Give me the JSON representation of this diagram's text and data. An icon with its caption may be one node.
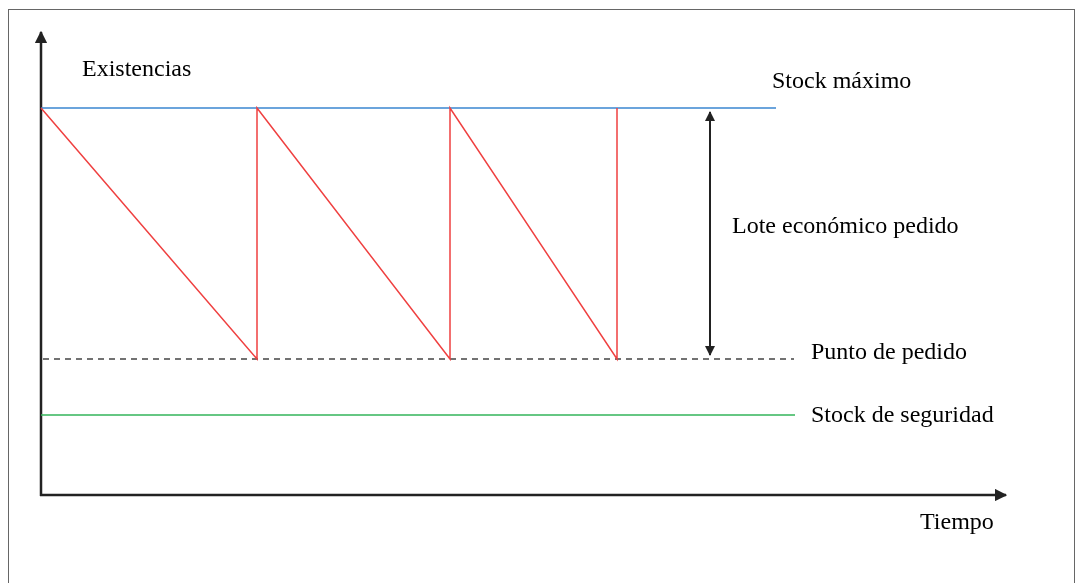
{
  "diagram": {
    "labels": [
      "Existencias",
      "Stock máximo",
      "Lote económico pedido",
      "Punto de pedido",
      "Stock de seguridad",
      "Tiempo"
    ]
  }
}
